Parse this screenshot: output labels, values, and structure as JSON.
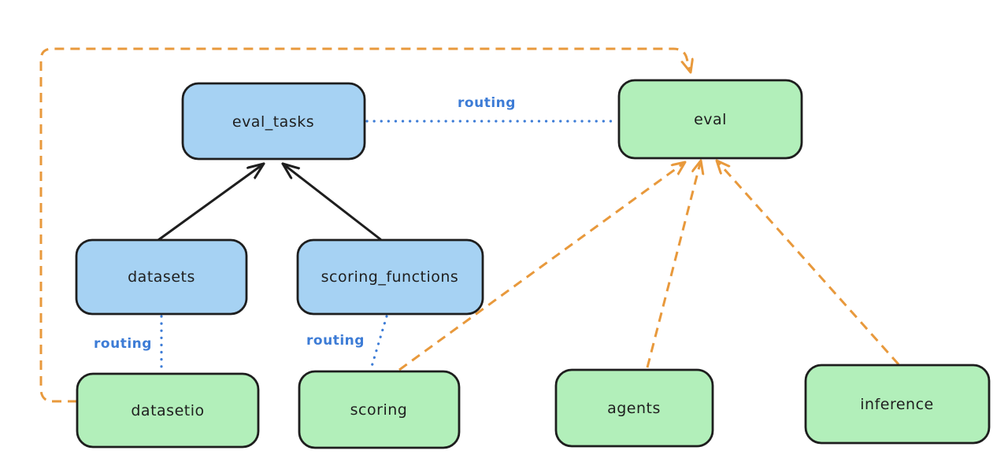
{
  "diagram": {
    "nodes": {
      "eval_tasks": {
        "label": "eval_tasks",
        "kind": "resource",
        "fill": "#a6d2f3"
      },
      "eval": {
        "label": "eval",
        "kind": "api",
        "fill": "#b2efba"
      },
      "datasets": {
        "label": "datasets",
        "kind": "resource",
        "fill": "#a6d2f3"
      },
      "scoring_functions": {
        "label": "scoring_functions",
        "kind": "resource",
        "fill": "#a6d2f3"
      },
      "datasetio": {
        "label": "datasetio",
        "kind": "api",
        "fill": "#b2efba"
      },
      "scoring": {
        "label": "scoring",
        "kind": "api",
        "fill": "#b2efba"
      },
      "agents": {
        "label": "agents",
        "kind": "api",
        "fill": "#b2efba"
      },
      "inference": {
        "label": "inference",
        "kind": "api",
        "fill": "#b2efba"
      }
    },
    "edges": [
      {
        "from": "datasets",
        "to": "eval_tasks",
        "style": "solid-black-arrow",
        "label": ""
      },
      {
        "from": "scoring_functions",
        "to": "eval_tasks",
        "style": "solid-black-arrow",
        "label": ""
      },
      {
        "from": "eval_tasks",
        "to": "eval",
        "style": "dotted-blue",
        "label": "routing"
      },
      {
        "from": "datasets",
        "to": "datasetio",
        "style": "dotted-blue",
        "label": "routing"
      },
      {
        "from": "scoring_functions",
        "to": "scoring",
        "style": "dotted-blue",
        "label": "routing"
      },
      {
        "from": "datasetio",
        "to": "eval",
        "style": "dashed-orange-arrow",
        "label": ""
      },
      {
        "from": "scoring",
        "to": "eval",
        "style": "dashed-orange-arrow",
        "label": ""
      },
      {
        "from": "agents",
        "to": "eval",
        "style": "dashed-orange-arrow",
        "label": ""
      },
      {
        "from": "inference",
        "to": "eval",
        "style": "dashed-orange-arrow",
        "label": ""
      }
    ],
    "colors": {
      "background": "#ffffff",
      "node_stroke": "#1e1e1e",
      "blue_node_fill": "#a6d2f3",
      "green_node_fill": "#b2efba",
      "routing_blue": "#3d7cd6",
      "orange_dashed": "#e8993c",
      "solid_arrow_black": "#1e1e1e",
      "text": "#1f1f1f"
    }
  }
}
